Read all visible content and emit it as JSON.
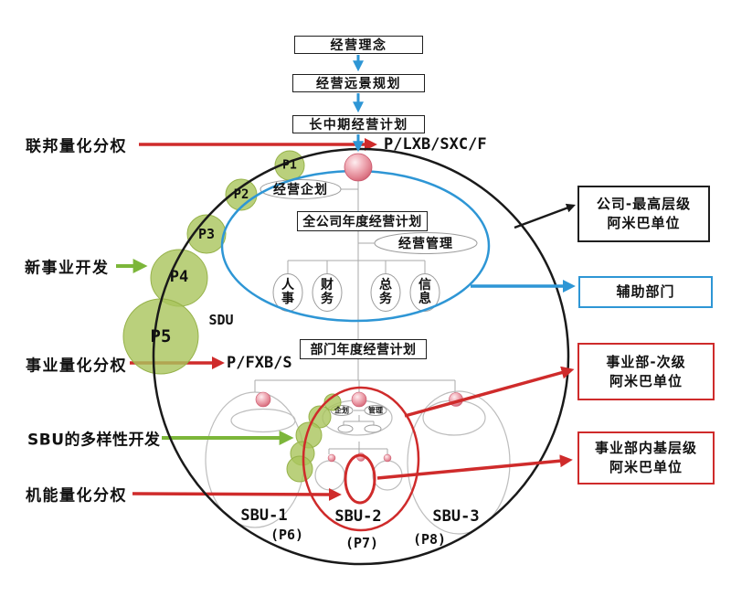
{
  "flow": {
    "philosophy": "经营理念",
    "vision": "经营远景规划",
    "mid_long_plan": "长中期经营计划",
    "company_annual_plan": "全公司年度经营计划",
    "dept_annual_plan": "部门年度经营计划"
  },
  "left_labels": {
    "federal": "联邦量化分权",
    "federal_code": "P/LXB/SXC/F",
    "new_business": "新事业开发",
    "business": "事业量化分权",
    "business_code": "P/FXB/S",
    "sbu_diversity": "SBU的多样性开发",
    "function": "机能量化分权"
  },
  "org": {
    "planning": "经营企划",
    "management": "经营管理",
    "departments": [
      "人事",
      "财务",
      "总务",
      "信息"
    ],
    "sdu": "SDU"
  },
  "p_circles": [
    "P1",
    "P2",
    "P3",
    "P4",
    "P5"
  ],
  "sbu": {
    "sbu1": {
      "name": "SBU-1",
      "p": "(P6)"
    },
    "sbu2": {
      "name": "SBU-2",
      "p": "(P7)",
      "planning": "企划",
      "management": "管理"
    },
    "sbu3": {
      "name": "SBU-3",
      "p": "(P8)"
    }
  },
  "legend": {
    "company": {
      "line1": "公司-最高层级",
      "line2": "阿米巴单位"
    },
    "auxiliary": {
      "line1": "辅助部门"
    },
    "division": {
      "line1": "事业部-次级",
      "line2": "阿米巴单位"
    },
    "base": {
      "line1": "事业部内基层级",
      "line2": "阿米巴单位"
    }
  },
  "colors": {
    "red": "#cf2b2b",
    "green_arrow": "#7cb63a",
    "green_circle": "#a9c45b",
    "blue": "#2e96d5",
    "black_line": "#1a1a1a",
    "gray_line": "#b0b0b0",
    "pink": "#e9919f"
  }
}
